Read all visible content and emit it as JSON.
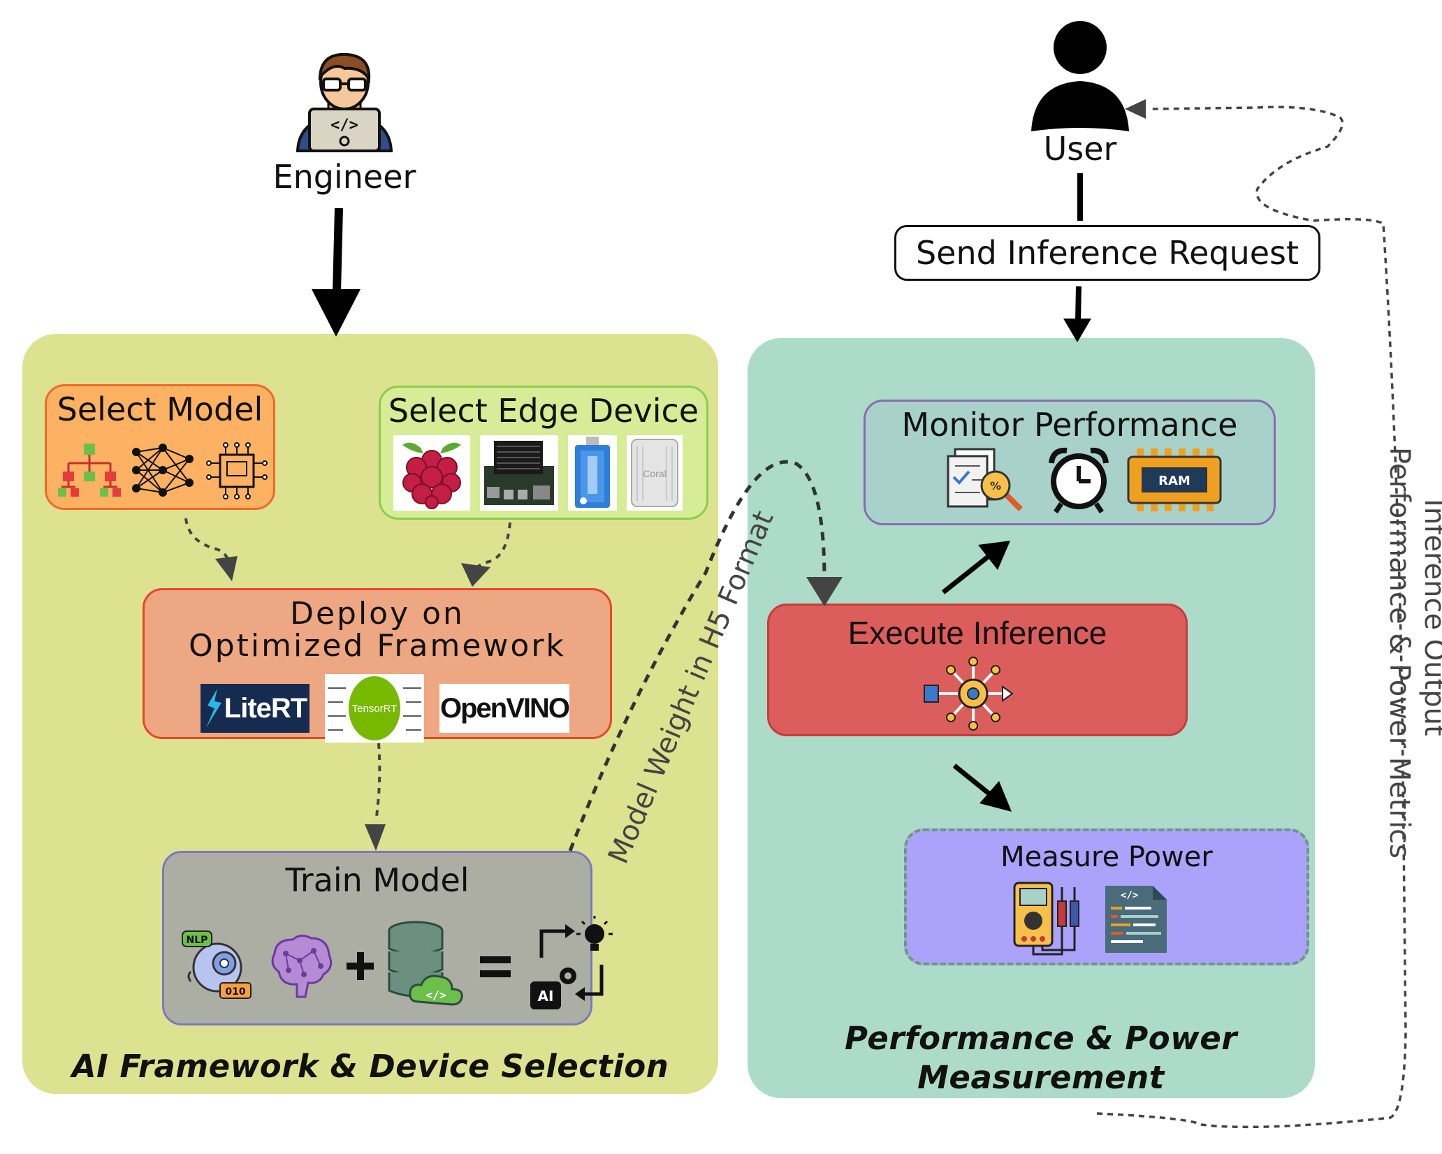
{
  "actors": {
    "engineer": "Engineer",
    "user": "User"
  },
  "request": "Send Inference Request",
  "left_panel": {
    "title": "AI Framework & Device Selection",
    "select_model": "Select Model",
    "select_edge_device": "Select Edge Device",
    "deploy_line1": "Deploy on",
    "deploy_line2": "Optimized Framework",
    "frameworks": [
      "LiteRT",
      "TensorRT",
      "OpenVINO"
    ],
    "train_model": "Train Model",
    "train_badges": {
      "nlp": "NLP",
      "bits": "010",
      "ai": "AI"
    },
    "coral_label": "Coral"
  },
  "right_panel": {
    "title_line1": "Performance & Power",
    "title_line2": "Measurement",
    "monitor": "Monitor Performance",
    "ram": "RAM",
    "execute": "Execute Inference",
    "measure": "Measure Power"
  },
  "edges": {
    "model_weight": "Model Weight in H5 Format",
    "inference_output": "Inference Output",
    "perf_metrics": "Performance & Power Metrics"
  },
  "colors": {
    "left_panel": "#dce28f",
    "right_panel": "#acdcc9",
    "select_model": "#fdb163",
    "select_edge": "#d6ec97",
    "deploy": "#eea783",
    "train": "#acaea4",
    "monitor": "#a8d2c9",
    "execute": "#dc5e5c",
    "measure": "#aaa2fb"
  }
}
